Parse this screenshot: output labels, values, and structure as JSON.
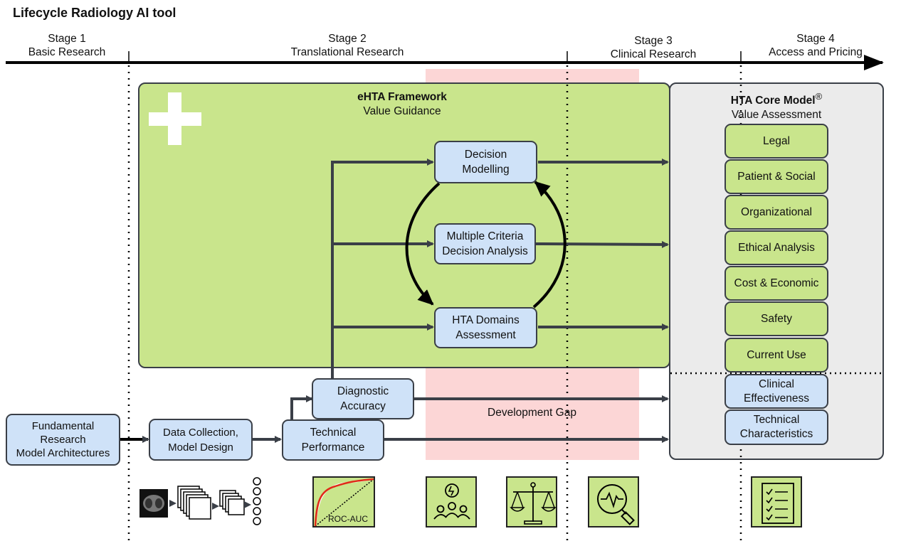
{
  "title": "Lifecycle Radiology AI tool",
  "stages": [
    {
      "name": "Stage 1",
      "desc": "Basic Research"
    },
    {
      "name": "Stage 2",
      "desc": "Translational Research"
    },
    {
      "name": "Stage 3",
      "desc": "Clinical Research"
    },
    {
      "name": "Stage 4",
      "desc": "Access and Pricing"
    }
  ],
  "ehta": {
    "title": "eHTA Framework",
    "subtitle": "Value Guidance"
  },
  "hta_core": {
    "title": "HTA Core Model",
    "mark": "®",
    "subtitle": "Value Assessment"
  },
  "ehta_boxes": {
    "decision_modelling": "Decision\nModelling",
    "mcda": "Multiple Criteria\nDecision Analysis",
    "hta_domains": "HTA Domains\nAssessment"
  },
  "pipeline": {
    "fundamental": "Fundamental\nResearch\nModel Architectures",
    "data_collection": "Data Collection,\nModel Design",
    "technical_performance": "Technical\nPerformance",
    "diagnostic_accuracy": "Diagnostic\nAccuracy"
  },
  "development_gap": "Development Gap",
  "hta_domains": [
    "Legal",
    "Patient & Social",
    "Organizational",
    "Ethical Analysis",
    "Cost & Economic",
    "Safety",
    "Current Use"
  ],
  "hta_clinical": [
    "Clinical\nEffectiveness",
    "Technical\nCharacteristics"
  ],
  "icons": {
    "roc_label": "ROC-AUC",
    "names": [
      "ct-pipeline-icon",
      "roc-curve-icon",
      "stakeholder-idea-icon",
      "balance-scale-icon",
      "magnifier-pulse-icon",
      "checklist-icon"
    ]
  },
  "colors": {
    "green": "#c9e58c",
    "blue": "#cfe2f8",
    "grey": "#ebebeb",
    "pink": "#fcd6d6",
    "line": "#3a3f47"
  }
}
